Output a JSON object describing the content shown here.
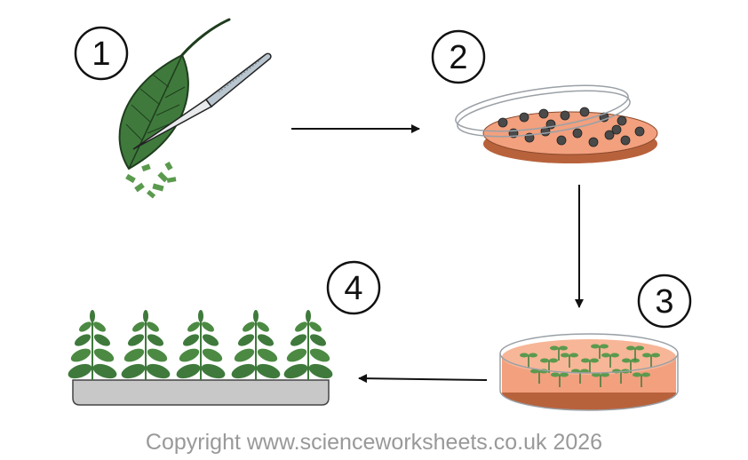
{
  "steps": [
    {
      "number": "1",
      "label_icon": "leaf-and-scalpel-icon"
    },
    {
      "number": "2",
      "label_icon": "petri-dish-with-leaf-pieces-icon"
    },
    {
      "number": "3",
      "label_icon": "petri-dish-with-plantlets-icon"
    },
    {
      "number": "4",
      "label_icon": "tray-of-plants-icon"
    }
  ],
  "copyright": "Copyright www.scienceworksheets.co.uk 2026",
  "colors": {
    "leaf": "#3f7a3c",
    "leaf_light": "#5b9a4e",
    "agar": "#f2a07e",
    "agar_dark": "#b8623c",
    "tray": "#c8c8c8",
    "outline": "#111111"
  }
}
